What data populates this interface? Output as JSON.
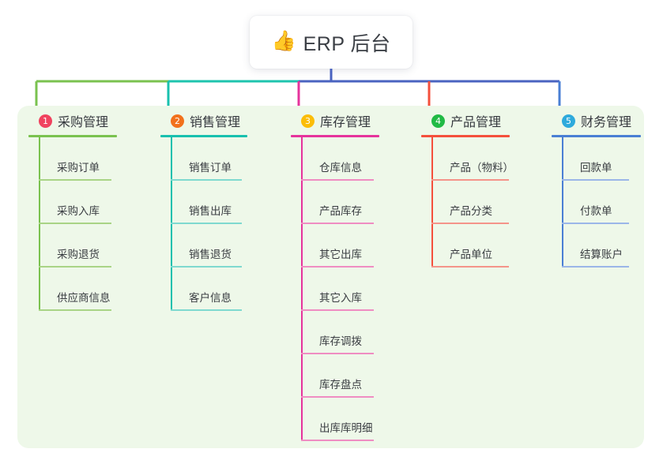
{
  "root": {
    "icon": "thumbs-up-icon",
    "icon_glyph": "👍",
    "title": "ERP 后台"
  },
  "canvas": {
    "panel_color": "#eef8e9",
    "background": "#ffffff"
  },
  "connectors": {
    "trunk_color": "#4a63c0",
    "segments": [
      {
        "color": "#7ac24f"
      },
      {
        "color": "#1ec4ae"
      },
      {
        "color": "#4a63c0"
      }
    ]
  },
  "columns": [
    {
      "number": "1",
      "title": "采购管理",
      "badge_color": "#f0435f",
      "line_color": "#7ac24f",
      "soft_line_color": "#a9d486",
      "items": [
        "采购订单",
        "采购入库",
        "采购退货",
        "供应商信息"
      ]
    },
    {
      "number": "2",
      "title": "销售管理",
      "badge_color": "#f2711c",
      "line_color": "#18c0ae",
      "soft_line_color": "#7fd9cf",
      "items": [
        "销售订单",
        "销售出库",
        "销售退货",
        "客户信息"
      ]
    },
    {
      "number": "3",
      "title": "库存管理",
      "badge_color": "#fbbd08",
      "line_color": "#e6339c",
      "soft_line_color": "#ef8dc2",
      "items": [
        "仓库信息",
        "产品库存",
        "其它出库",
        "其它入库",
        "库存调拨",
        "库存盘点",
        "出库库明细"
      ]
    },
    {
      "number": "4",
      "title": "产品管理",
      "badge_color": "#21ba45",
      "line_color": "#f4503c",
      "soft_line_color": "#f4948a",
      "items": [
        "产品（物料）",
        "产品分类",
        "产品单位"
      ]
    },
    {
      "number": "5",
      "title": "财务管理",
      "badge_color": "#2eaadc",
      "line_color": "#4a7fd4",
      "soft_line_color": "#9bb6e8",
      "items": [
        "回款单",
        "付款单",
        "结算账户"
      ]
    }
  ]
}
